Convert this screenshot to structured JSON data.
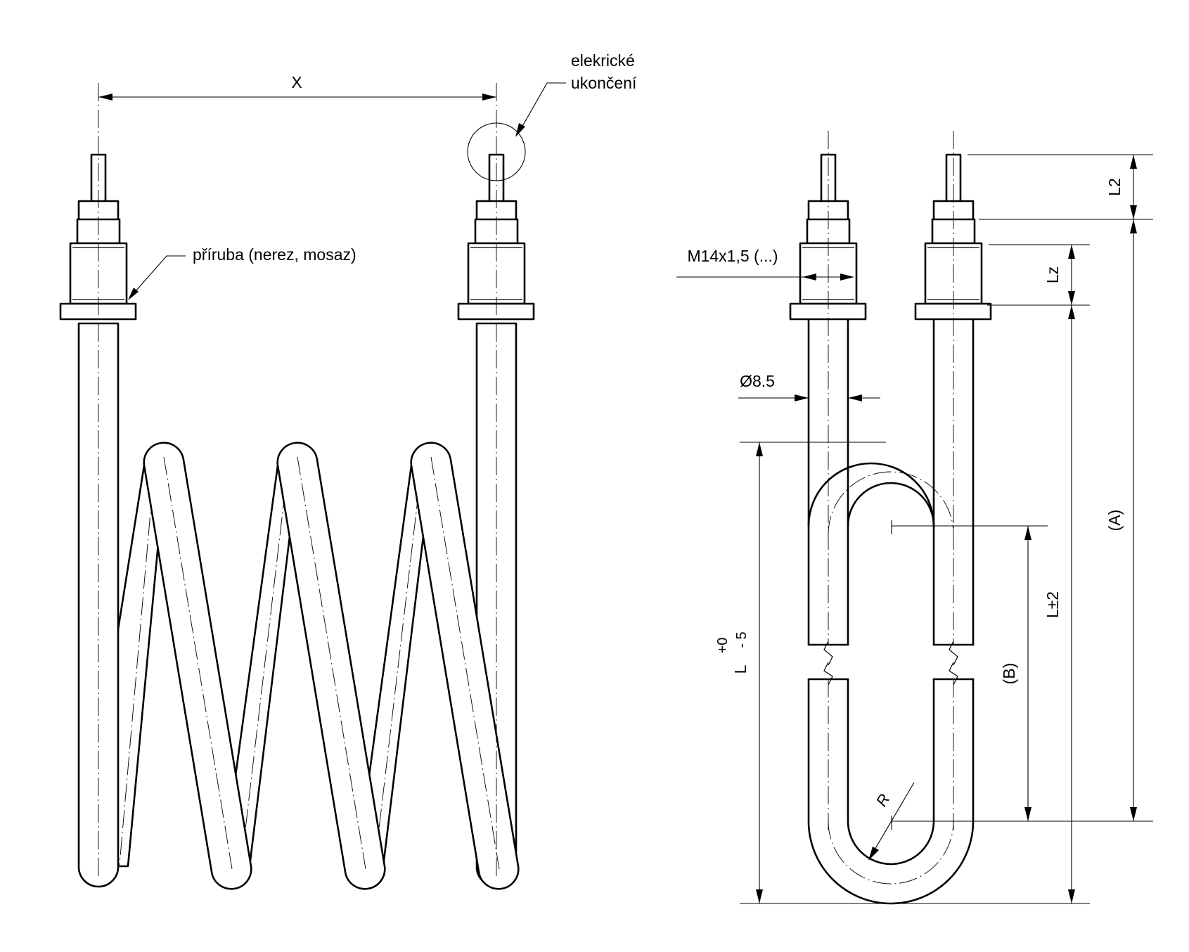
{
  "labels": {
    "x_dimension": "X",
    "terminal_note_line1": "elekrické",
    "terminal_note_line2": "ukončení",
    "flange_note": "příruba (nerez, mosaz)",
    "thread": "M14x1,5 (...)",
    "diameter": "Ø8.5",
    "l2": "L2",
    "lz": "Lz",
    "a": "(A)",
    "l_tol": "L±2",
    "b": "(B)",
    "l_main": "L",
    "tol_upper": "+0",
    "tol_lower": "- 5",
    "radius": "R"
  },
  "colors": {
    "line": "#000000",
    "background": "#ffffff"
  }
}
